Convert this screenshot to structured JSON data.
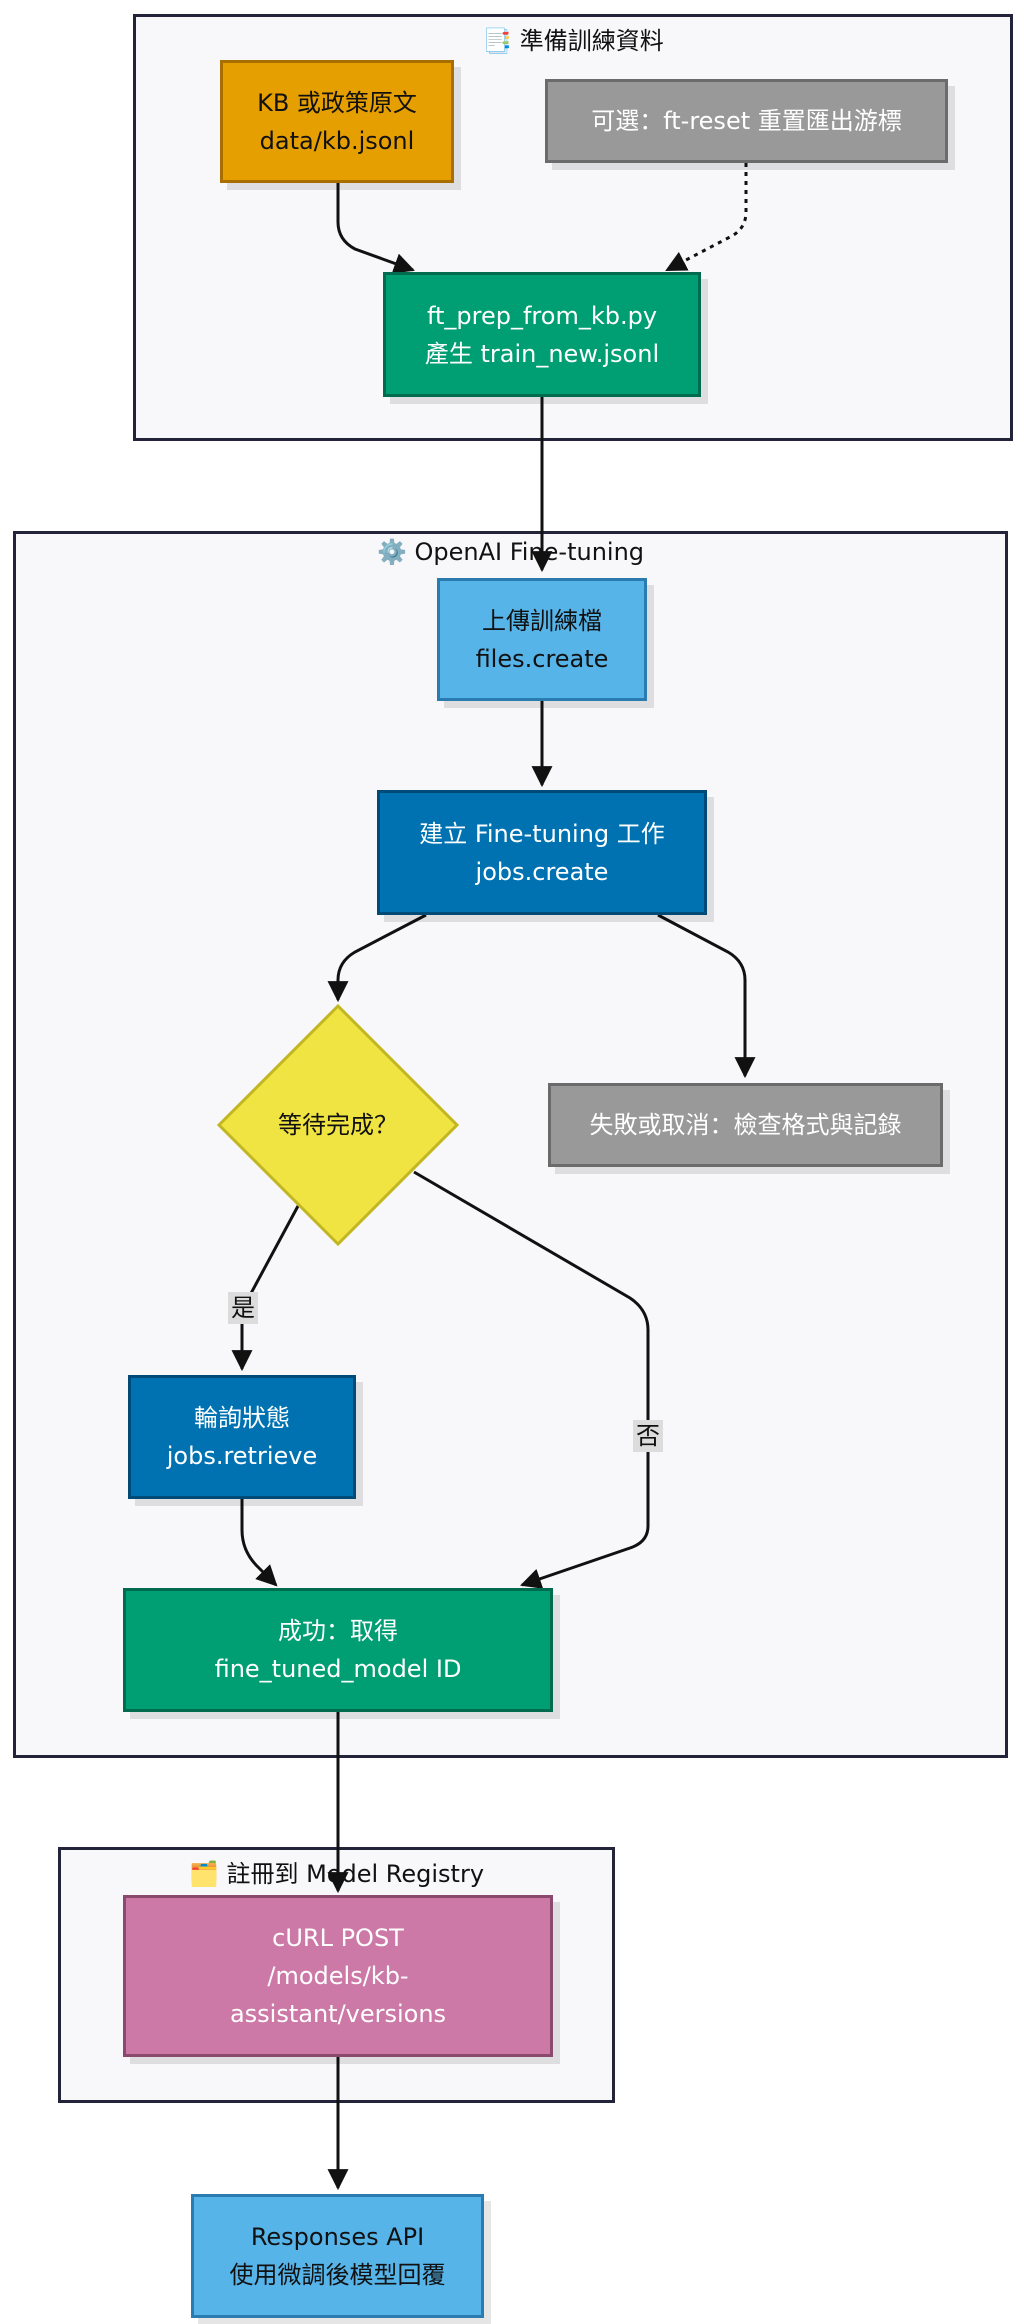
{
  "clusters": {
    "prep": {
      "title": "📑 準備訓練資料"
    },
    "finetune": {
      "title": "⚙️ OpenAI Fine-tuning"
    },
    "registry": {
      "title": "🗂️ 註冊到 Model Registry"
    }
  },
  "nodes": {
    "kb": {
      "line1": "KB 或政策原文",
      "line2": "data/kb.jsonl",
      "color": "#e69f00"
    },
    "reset": {
      "line1": "可選：ft-reset 重置匯出游標",
      "color": "#999999"
    },
    "prep": {
      "line1": "ft_prep_from_kb.py",
      "line2": "產生 train_new.jsonl",
      "color": "#009e73"
    },
    "upload": {
      "line1": "上傳訓練檔",
      "line2": "files.create",
      "color": "#56b4e9"
    },
    "create_job": {
      "line1": "建立 Fine-tuning 工作",
      "line2": "jobs.create",
      "color": "#0072b2"
    },
    "wait": {
      "line1": "等待完成？",
      "color": "#f0e442"
    },
    "fail": {
      "line1": "失敗或取消：檢查格式與記錄",
      "color": "#999999"
    },
    "poll": {
      "line1": "輪詢狀態",
      "line2": "jobs.retrieve",
      "color": "#0072b2"
    },
    "success": {
      "line1": "成功：取得",
      "line2": "fine_tuned_model ID",
      "color": "#009e73"
    },
    "curl": {
      "line1": "cURL POST",
      "line2": "/models/kb-",
      "line3": "assistant/versions",
      "color": "#cc79a7"
    },
    "responses": {
      "line1": "Responses API",
      "line2": "使用微調後模型回覆",
      "color": "#56b4e9"
    }
  },
  "edge_labels": {
    "yes": "是",
    "no": "否"
  }
}
